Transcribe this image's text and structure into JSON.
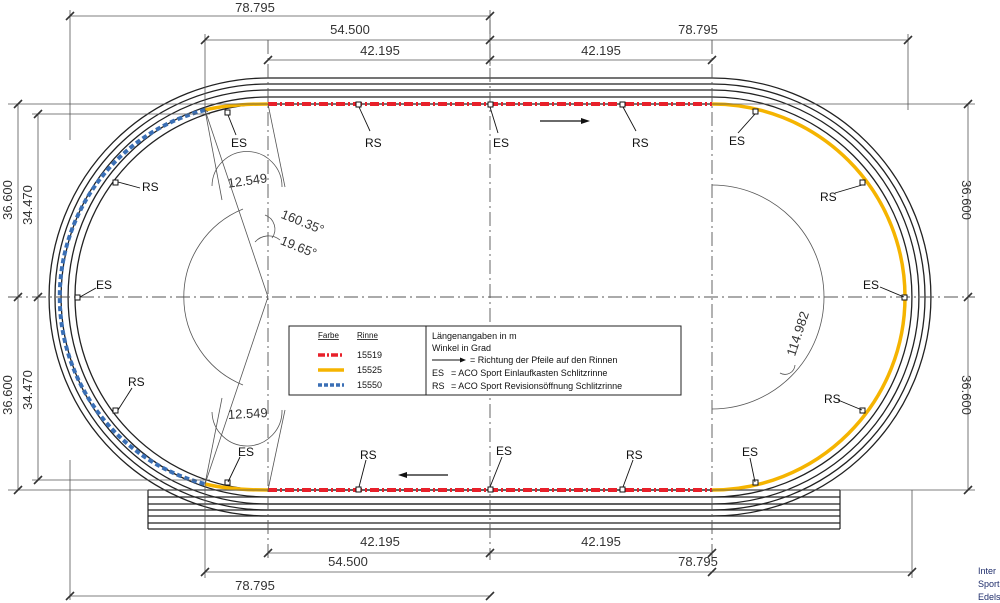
{
  "dimensions": {
    "top_overall": "78.795",
    "top_mid": "54.500",
    "top_right": "78.795",
    "top_straight_left": "42.195",
    "top_straight_right": "42.195",
    "bottom_straight_left": "42.195",
    "bottom_straight_right": "42.195",
    "bottom_mid": "54.500",
    "bottom_right": "78.795",
    "bottom_overall": "78.795",
    "left_outer_top": "36.600",
    "left_inner_top": "34.470",
    "left_outer_bottom": "36.600",
    "left_inner_bottom": "34.470",
    "right_top": "36.600",
    "right_bottom": "36.600",
    "arc_top": "12.549",
    "arc_bottom": "12.549",
    "angle_large": "160.35°",
    "angle_small": "19.65°",
    "radius_right": "114.982"
  },
  "labels": {
    "es": "ES",
    "rs": "RS"
  },
  "legend": {
    "header_color": "Farbe",
    "header_channel": "Rinne",
    "rows": [
      {
        "code": "15519",
        "color": "#e8202a",
        "pattern": "dash-dot"
      },
      {
        "code": "15525",
        "color": "#f5b400",
        "pattern": "solid"
      },
      {
        "code": "15550",
        "color": "#3a6fb5",
        "pattern": "dashed"
      }
    ],
    "info": {
      "line1": "Längenangaben in m",
      "line2": "Winkel in Grad",
      "arrow_text": "= Richtung der Pfeile auf den Rinnen",
      "es_code": "ES",
      "es_text": "= ACO Sport Einlaufkasten Schlitzrinne",
      "rs_code": "RS",
      "rs_text": "= ACO Sport Revisionsöffnung Schlitzrinne"
    }
  },
  "corner_text": [
    "Inter",
    "Sport",
    "Edels"
  ],
  "colors": {
    "red": "#e8202a",
    "yellow": "#f5b400",
    "blue": "#3a6fb5",
    "line": "#222222",
    "dimension": "#555555"
  }
}
